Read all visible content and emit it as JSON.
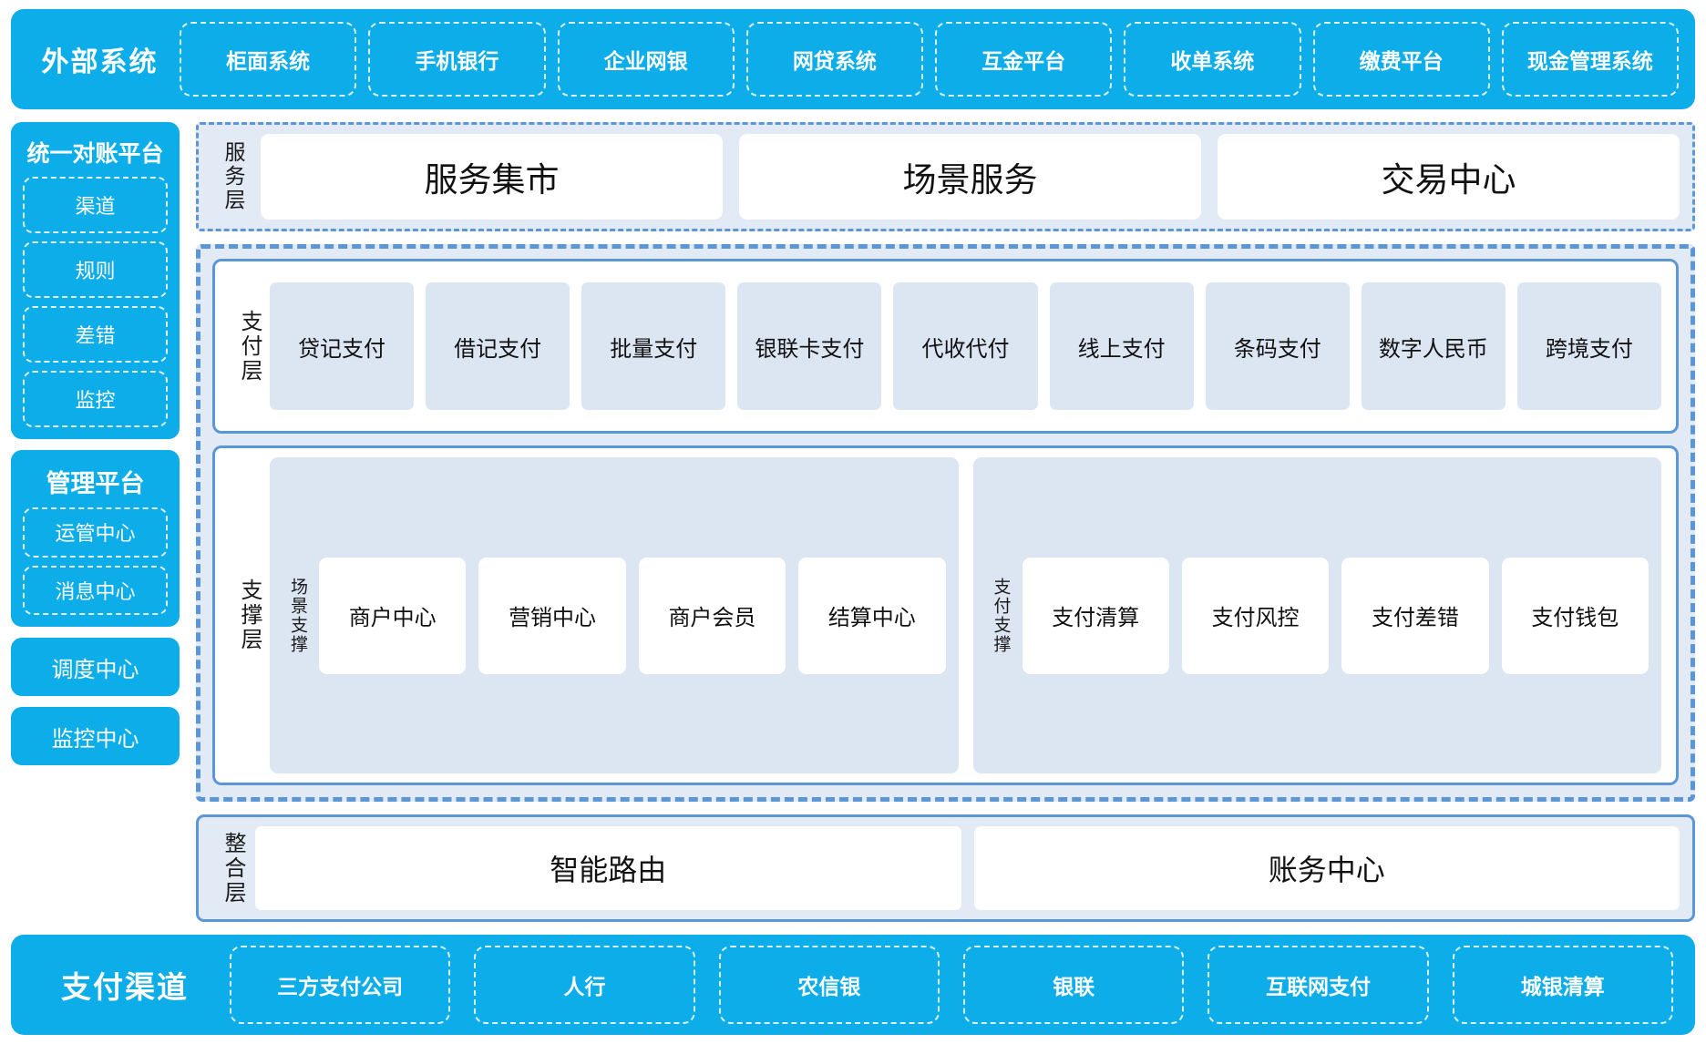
{
  "colors": {
    "cyan": "#0CADE8",
    "blue_border": "#5B96D6",
    "band_bg": "#E2EAF6",
    "card_bg": "#DCE6F3",
    "white": "#FFFFFF"
  },
  "external_systems": {
    "title": "外部系统",
    "items": [
      {
        "label": "柜面系统"
      },
      {
        "label": "手机银行"
      },
      {
        "label": "企业网银"
      },
      {
        "label": "网贷系统"
      },
      {
        "label": "互金平台"
      },
      {
        "label": "收单系统"
      },
      {
        "label": "缴费平台"
      },
      {
        "label": "现金管理系统"
      }
    ]
  },
  "sidebar": {
    "groups": [
      {
        "title": "统一对账平台",
        "items": [
          {
            "label": "渠道"
          },
          {
            "label": "规则"
          },
          {
            "label": "差错"
          },
          {
            "label": "监控"
          }
        ]
      },
      {
        "title": "管理平台",
        "items": [
          {
            "label": "运管中心"
          },
          {
            "label": "消息中心"
          }
        ]
      }
    ],
    "solo_items": [
      {
        "label": "调度中心"
      },
      {
        "label": "监控中心"
      }
    ]
  },
  "service_layer": {
    "label": "服务层",
    "items": [
      {
        "label": "服务集市"
      },
      {
        "label": "场景服务"
      },
      {
        "label": "交易中心"
      }
    ]
  },
  "payment_layer": {
    "label": "支付层",
    "items": [
      {
        "label": "贷记支付"
      },
      {
        "label": "借记支付"
      },
      {
        "label": "批量支付"
      },
      {
        "label": "银联卡支付"
      },
      {
        "label": "代收代付"
      },
      {
        "label": "线上支付"
      },
      {
        "label": "条码支付"
      },
      {
        "label": "数字人民币"
      },
      {
        "label": "跨境支付"
      }
    ]
  },
  "support_layer": {
    "label": "支撑层",
    "groups": [
      {
        "label": "场景支撑",
        "items": [
          {
            "label": "商户中心"
          },
          {
            "label": "营销中心"
          },
          {
            "label": "商户会员"
          },
          {
            "label": "结算中心"
          }
        ]
      },
      {
        "label": "支付支撑",
        "items": [
          {
            "label": "支付清算"
          },
          {
            "label": "支付风控"
          },
          {
            "label": "支付差错"
          },
          {
            "label": "支付钱包"
          }
        ]
      }
    ]
  },
  "integration_layer": {
    "label": "整合层",
    "items": [
      {
        "label": "智能路由"
      },
      {
        "label": "账务中心"
      }
    ]
  },
  "payment_channels": {
    "title": "支付渠道",
    "items": [
      {
        "label": "三方支付公司"
      },
      {
        "label": "人行"
      },
      {
        "label": "农信银"
      },
      {
        "label": "银联"
      },
      {
        "label": "互联网支付"
      },
      {
        "label": "城银清算"
      }
    ]
  }
}
